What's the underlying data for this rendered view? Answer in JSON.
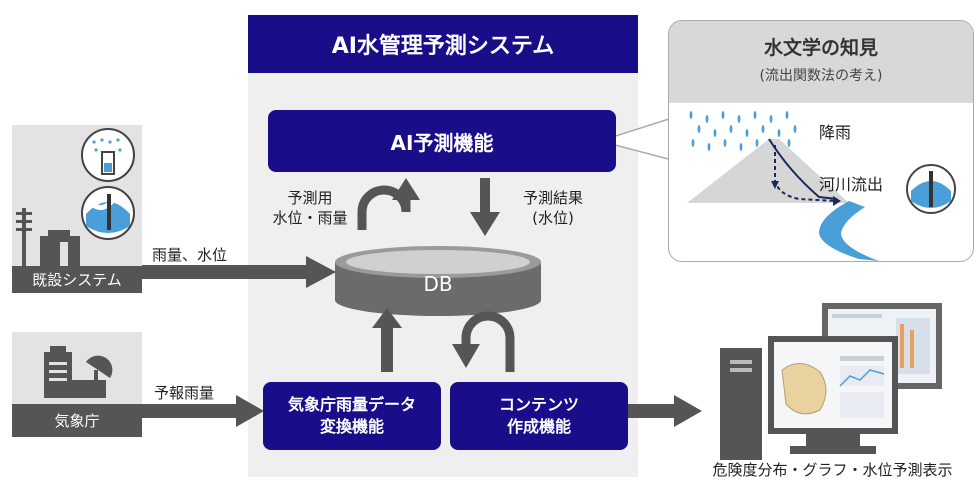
{
  "system": {
    "title": "AI水管理予測システム",
    "ai_function": "AI予測機能",
    "db": "DB",
    "conversion_line1": "気象庁雨量データ",
    "conversion_line2": "変換機能",
    "contents_line1": "コンテンツ",
    "contents_line2": "作成機能"
  },
  "labels": {
    "input_line1": "予測用",
    "input_line2": "水位・雨量",
    "result_line1": "予測結果",
    "result_line2": "(水位)",
    "rain_level": "雨量、水位",
    "forecast_rain": "予報雨量",
    "output": "危険度分布・グラフ・水位予測表示"
  },
  "sources": {
    "existing": "既設システム",
    "jma": "気象庁"
  },
  "hydrology": {
    "title": "水文学の知見",
    "subtitle": "(流出関数法の考え)",
    "rain": "降雨",
    "river_flow": "河川流出"
  },
  "colors": {
    "navy": "#1a0d8a",
    "arrow": "#555555",
    "panel": "#efeff0",
    "rain": "#4a9fd8"
  }
}
